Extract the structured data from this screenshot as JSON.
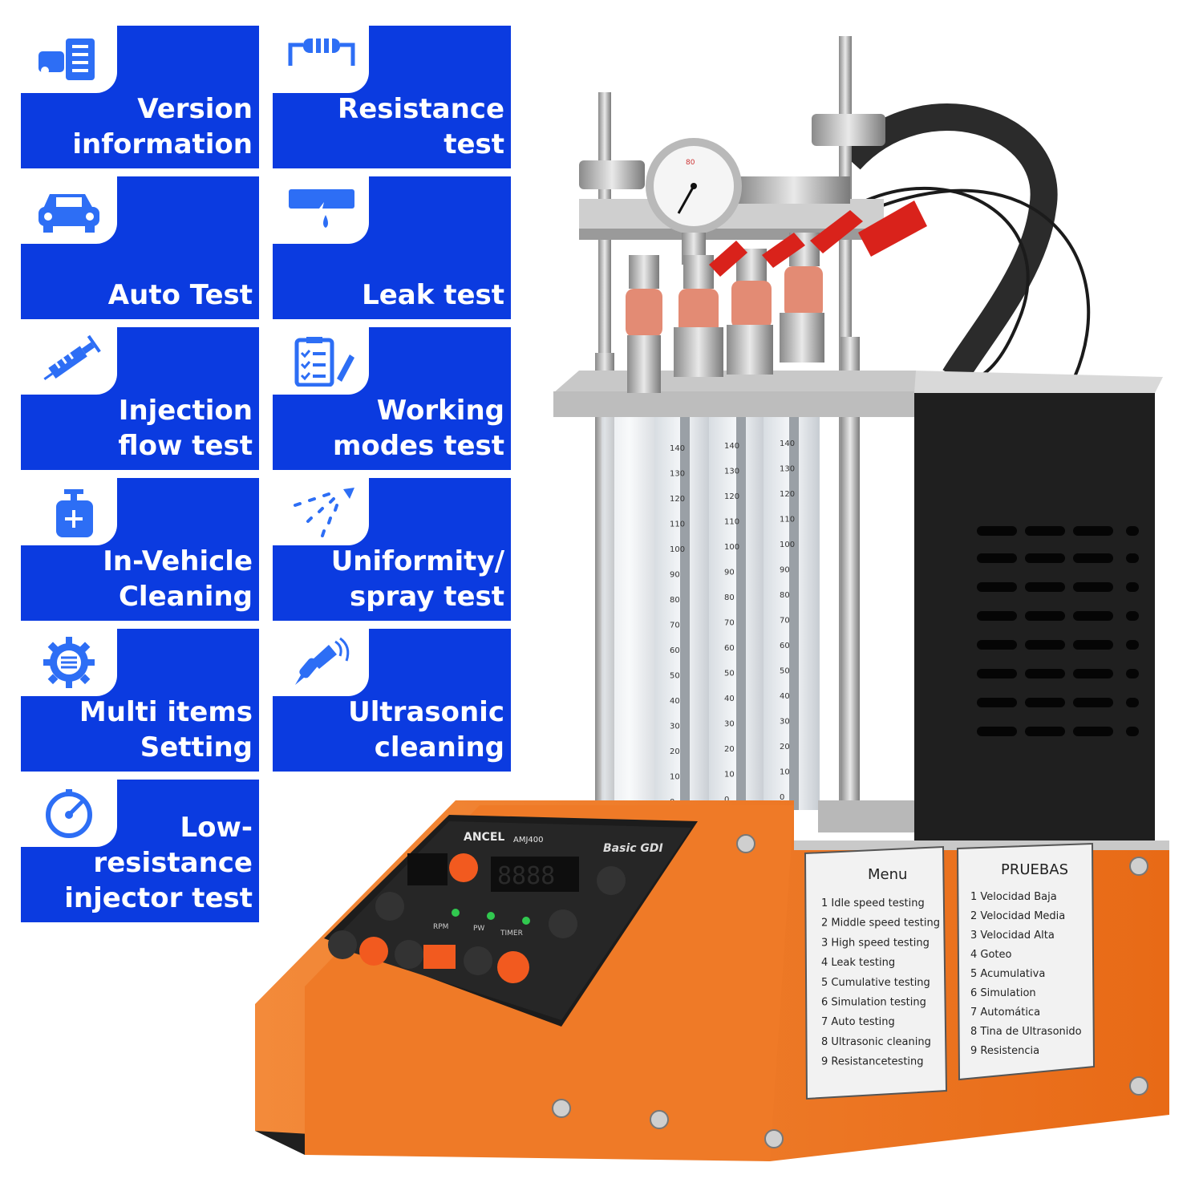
{
  "features": [
    {
      "icon": "car-document-icon",
      "label": "Version\ninformation"
    },
    {
      "icon": "resistor-icon",
      "label": "Resistance\ntest"
    },
    {
      "icon": "car-icon",
      "label": "Auto Test"
    },
    {
      "icon": "leaking-pipe-icon",
      "label": "Leak test"
    },
    {
      "icon": "syringe-icon",
      "label": "Injection\nflow test"
    },
    {
      "icon": "checklist-icon",
      "label": "Working\nmodes test"
    },
    {
      "icon": "spray-bottle-icon",
      "label": "In-Vehicle\nCleaning"
    },
    {
      "icon": "spray-pattern-icon",
      "label": "Uniformity/\nspray test"
    },
    {
      "icon": "settings-gear-icon",
      "label": "Multi items\nSetting"
    },
    {
      "icon": "ultrasonic-probe-icon",
      "label": "Ultrasonic\ncleaning"
    },
    {
      "icon": "gauge-dial-icon",
      "label": "Low-\nresistance\ninjector test"
    }
  ],
  "device": {
    "brand": "ANCEL",
    "model": "AMJ400",
    "subtitle": "Basic GDI",
    "display": "8888",
    "indicators": [
      "RPM",
      "PW",
      "TIMER"
    ],
    "tube_scale": [
      "140",
      "130",
      "120",
      "110",
      "100",
      "90",
      "80",
      "70",
      "60",
      "50",
      "40",
      "30",
      "20",
      "10",
      "0"
    ],
    "menu_en": {
      "title": "Menu",
      "items": [
        "Idle speed testing",
        "Middle speed testing",
        "High speed testing",
        "Leak testing",
        "Cumulative testing",
        "Simulation testing",
        "Auto testing",
        "Ultrasonic cleaning",
        "Resistancetesting"
      ]
    },
    "menu_es": {
      "title": "PRUEBAS",
      "items": [
        "Velocidad Baja",
        "Velocidad Media",
        "Velocidad Alta",
        "Goteo",
        "Acumulativa",
        "Simulation",
        "Automática",
        "Tina de Ultrasonido",
        "Resistencia"
      ]
    }
  },
  "colors": {
    "tile": "#0b3be0",
    "device_orange": "#f07320",
    "device_dark": "#1f1f1f"
  }
}
